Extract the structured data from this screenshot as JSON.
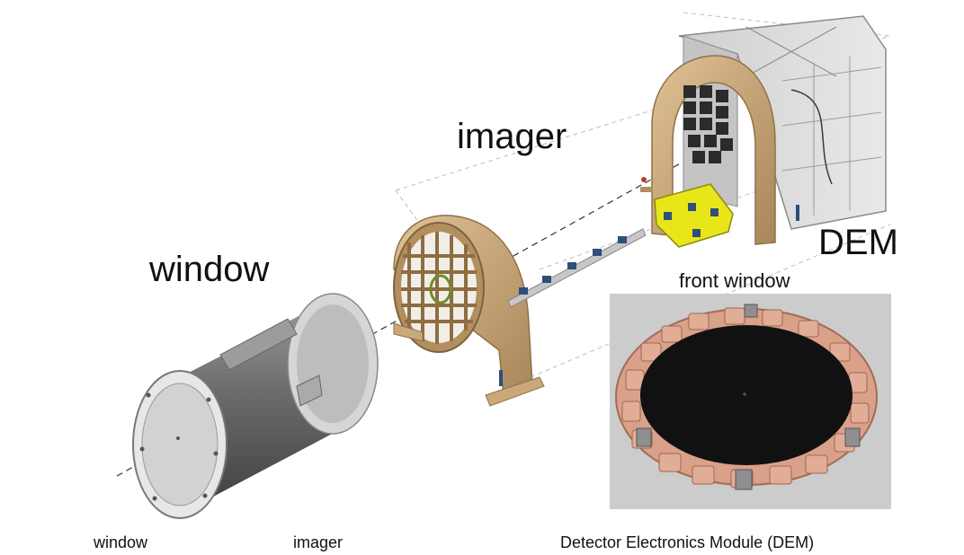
{
  "labels": {
    "imager": "imager",
    "window": "window",
    "dem": "DEM",
    "front_window": "front window"
  },
  "captions": {
    "window": "window",
    "imager": "imager",
    "dem": "Detector Electronics Module (DEM)"
  },
  "colors": {
    "frame_gold": "#c9a97a",
    "cylinder_gray": "#6f6f6f",
    "dem_box": "#d9d9d9",
    "electronics_yellow": "#e8e619",
    "connector_blue": "#2d4f7a",
    "copper_tab": "#d9967a",
    "detector_black": "#111111"
  }
}
